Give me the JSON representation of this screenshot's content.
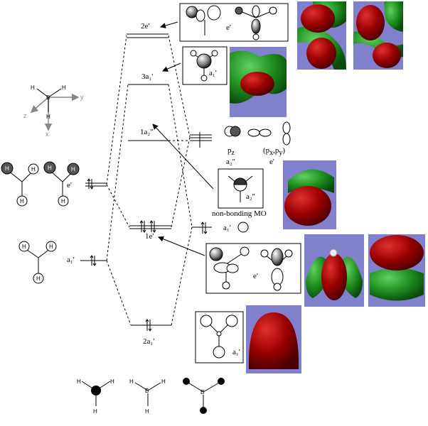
{
  "title": "Molecular orbital diagram of BH3",
  "colors": {
    "lobe_red": "#8b0000",
    "lobe_green": "#1f8f1f",
    "panel_bg": "#8080cc",
    "axis_gray": "#888888"
  },
  "axes": {
    "x": "x",
    "y": "y",
    "z": "z",
    "center_atom": "B",
    "h": "H"
  },
  "levels": {
    "2e_prime": "2e'",
    "3a1_prime": "3a₁'",
    "1a2_double_prime": "1a₂''",
    "1e_prime": "1e'",
    "2a1_prime": "2a₁'"
  },
  "fragment_labels": {
    "h3_e_prime": "e'",
    "h3_a1_prime": "a₁'",
    "b_pz": "p",
    "b_pz_sub": "z",
    "b_a2": "a₂''",
    "b_pxpy": "(p",
    "b_pxpy_sub": "x",
    "b_pxpy_mid": ",p",
    "b_pxpy_sub2": "y",
    "b_pxpy_end": ")",
    "b_e_prime": "e'",
    "b_s": "a₁'"
  },
  "box_labels": {
    "box_2e": "e'",
    "box_3a1": "a₁'",
    "box_a2": "a₂''",
    "box_1e": "e'",
    "box_2a1": "a₁'"
  },
  "annotations": {
    "nonbonding": "non-bonding MO"
  },
  "atom_labels": {
    "h": "H",
    "b": "B"
  }
}
